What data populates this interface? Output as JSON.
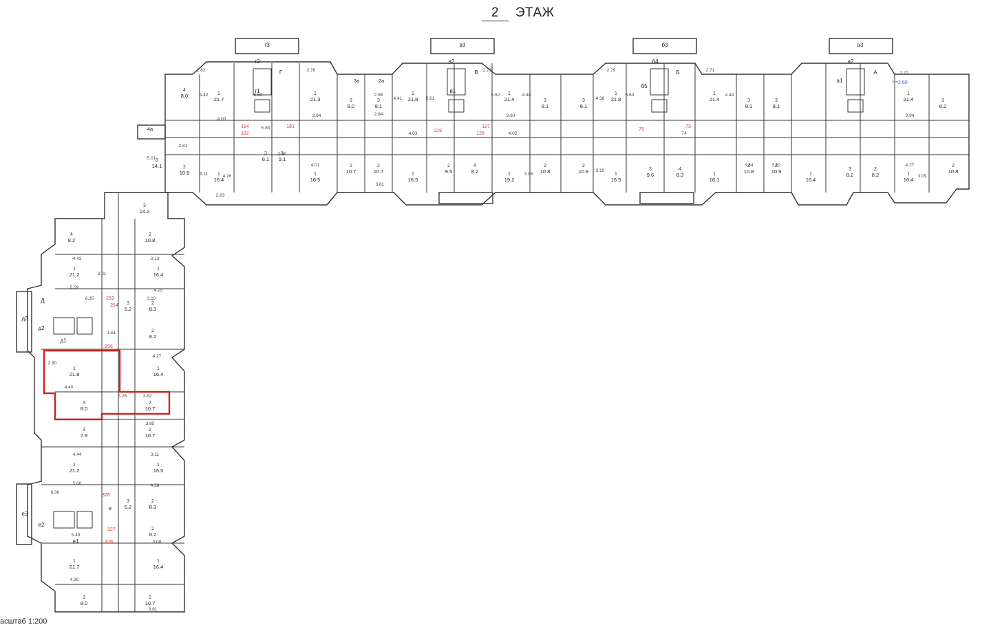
{
  "title": {
    "floor_number": "2",
    "floor_word": "ЭТАЖ"
  },
  "scale_note": "асштаб 1:200",
  "height_note": "h=2.60",
  "colors": {
    "walls": "#333333",
    "dims": "#444444",
    "highlight": "#cc2222",
    "markers": "#d04040",
    "note": "#3366cc"
  },
  "rooms": [
    {
      "label": "21.7",
      "num": "1"
    },
    {
      "label": "21.3",
      "num": "1"
    },
    {
      "label": "16.4",
      "num": "1"
    },
    {
      "label": "16.5",
      "num": "1"
    },
    {
      "label": "9.1",
      "num": "3"
    },
    {
      "label": "8.1",
      "num": "3"
    },
    {
      "label": "10.6",
      "num": "2"
    },
    {
      "label": "14.1",
      "num": "3"
    },
    {
      "label": "8.0",
      "num": "4"
    },
    {
      "label": "8.0",
      "num": "3"
    },
    {
      "label": "8.1",
      "num": "3"
    },
    {
      "label": "10.7",
      "num": "2"
    },
    {
      "label": "10.7",
      "num": "2"
    },
    {
      "label": "21.8",
      "num": "1"
    },
    {
      "label": "16.5",
      "num": "1"
    },
    {
      "label": "9.5",
      "num": "2"
    },
    {
      "label": "8.2",
      "num": "4"
    },
    {
      "label": "19.2",
      "num": "1"
    },
    {
      "label": "21.4",
      "num": "1"
    },
    {
      "label": "8.1",
      "num": "3"
    },
    {
      "label": "10.8",
      "num": "2"
    },
    {
      "label": "8.1",
      "num": "3"
    },
    {
      "label": "10.8",
      "num": "2"
    },
    {
      "label": "21.8",
      "num": "1"
    },
    {
      "label": "16.5",
      "num": "1"
    },
    {
      "label": "9.6",
      "num": "3"
    },
    {
      "label": "8.3",
      "num": "4"
    },
    {
      "label": "18.1",
      "num": "1"
    },
    {
      "label": "21.4",
      "num": "1"
    },
    {
      "label": "8.1",
      "num": "3"
    },
    {
      "label": "8.1",
      "num": "3"
    },
    {
      "label": "10.8",
      "num": "2"
    },
    {
      "label": "10.9",
      "num": "2"
    },
    {
      "label": "16.4",
      "num": "1"
    },
    {
      "label": "8.2",
      "num": "3"
    },
    {
      "label": "8.2",
      "num": "2"
    },
    {
      "label": "21.4",
      "num": "1"
    },
    {
      "label": "16.4",
      "num": "1"
    },
    {
      "label": "8.2",
      "num": "3"
    },
    {
      "label": "10.8",
      "num": "2"
    },
    {
      "label": "14.2",
      "num": "3"
    },
    {
      "label": "10.8",
      "num": "2"
    },
    {
      "label": "8.2",
      "num": "4"
    },
    {
      "label": "21.2",
      "num": "1"
    },
    {
      "label": "16.4",
      "num": "1"
    },
    {
      "label": "8.3",
      "num": "2"
    },
    {
      "label": "5.2",
      "num": "3"
    },
    {
      "label": "8.2",
      "num": "2"
    },
    {
      "label": "21.8",
      "num": "1"
    },
    {
      "label": "16.4",
      "num": "1"
    },
    {
      "label": "8.0",
      "num": "3"
    },
    {
      "label": "10.7",
      "num": "2"
    },
    {
      "label": "7.9",
      "num": "3"
    },
    {
      "label": "10.7",
      "num": "2"
    },
    {
      "label": "21.2",
      "num": "1"
    },
    {
      "label": "16.5",
      "num": "1"
    },
    {
      "label": "8.3",
      "num": "2"
    },
    {
      "label": "5.2",
      "num": "3"
    },
    {
      "label": "8.2",
      "num": "2"
    },
    {
      "label": "21.7",
      "num": "1"
    },
    {
      "label": "16.4",
      "num": "1"
    },
    {
      "label": "8.0",
      "num": "3"
    },
    {
      "label": "10.7",
      "num": "2"
    }
  ],
  "dimensions": [
    "2.82",
    "2.76",
    "5.60",
    "4.42",
    "4.00",
    "3.94",
    "2.81",
    "2.80",
    "4.01",
    "3.11",
    "4.26",
    "2.83",
    "5.01",
    "5.83",
    "2.86",
    "2.84",
    "4.41",
    "5.61",
    "4.03",
    "3.81",
    "2.73",
    "4.48",
    "5.62",
    "4.02",
    "3.93",
    "3.86",
    "2.79",
    "5.63",
    "4.38",
    "3.10",
    "2.71",
    "4.44",
    "3.84",
    "3.82",
    "2.72",
    "3.94",
    "3.09",
    "4.27",
    "4.43",
    "3.91",
    "5.59",
    "3.13",
    "4.25",
    "6.35",
    "3.10",
    "1.61",
    "4.27",
    "2.80",
    "4.40",
    "3.26",
    "3.82",
    "3.85",
    "4.44",
    "5.60",
    "3.11",
    "4.28",
    "6.30",
    "5.49",
    "3.08",
    "4.39",
    "3.81"
  ],
  "markers": [
    "184",
    "182",
    "181",
    "129",
    "128",
    "127",
    "75",
    "74",
    "73",
    "253",
    "254",
    "256",
    "326",
    "327",
    "328"
  ],
  "zone_labels": [
    "г3",
    "г2",
    "Г",
    "г1",
    "в3",
    "в2",
    "В",
    "в1",
    "б3",
    "б4",
    "Б",
    "б5",
    "а3",
    "а2",
    "А",
    "а1",
    "д3",
    "д2",
    "Д",
    "д1",
    "е3",
    "е2",
    "е",
    "е1"
  ],
  "unit_tags": [
    "3а",
    "2а",
    "4а"
  ]
}
